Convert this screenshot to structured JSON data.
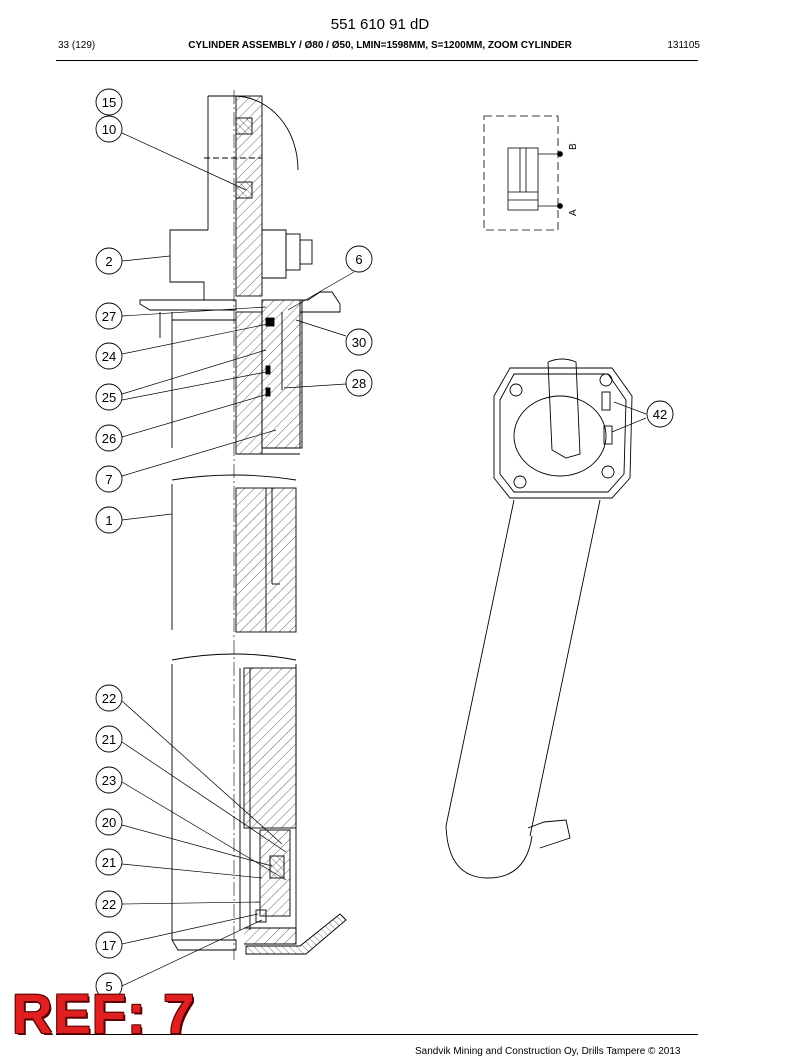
{
  "header": {
    "doc_number": "551 610 91 dD",
    "page": "33 (129)",
    "title": "CYLINDER ASSEMBLY / Ø80 / Ø50, LMIN=1598MM, S=1200MM, ZOOM CYLINDER",
    "date": "131105"
  },
  "callouts": {
    "c15": "15",
    "c10": "10",
    "c2": "2",
    "c6": "6",
    "c27": "27",
    "c30": "30",
    "c24": "24",
    "c25": "25",
    "c28": "28",
    "c26": "26",
    "c7": "7",
    "c1": "1",
    "c22a": "22",
    "c21a": "21",
    "c23": "23",
    "c20": "20",
    "c21b": "21",
    "c22b": "22",
    "c17": "17",
    "c5": "5",
    "c42": "42"
  },
  "schematic": {
    "port_a": "A",
    "port_b": "B"
  },
  "watermark": "REF: 7",
  "footer": {
    "copyright": "Sandvik Mining and Construction Oy, Drills Tampere © 2013"
  }
}
